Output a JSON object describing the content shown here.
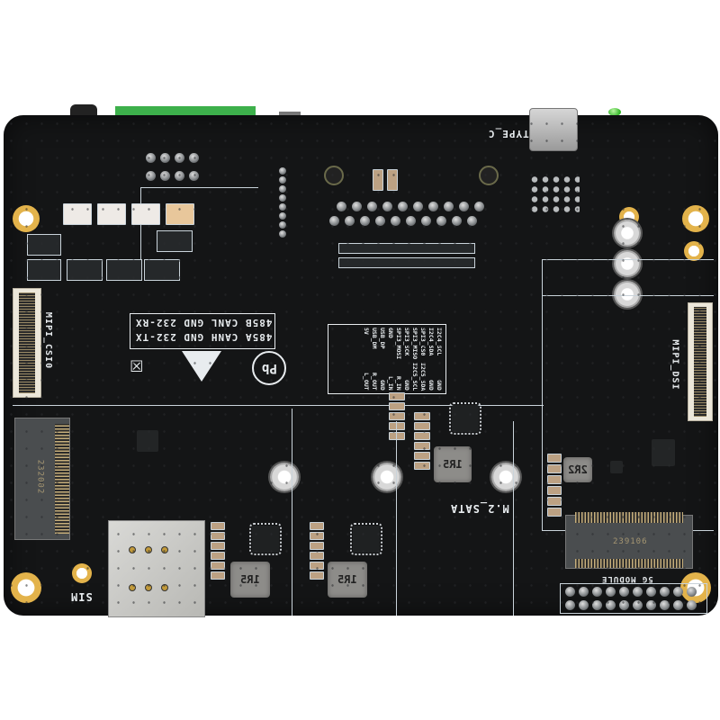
{
  "scene": {
    "description": "Bottom side of a black single-board computer carrier PCB on white background",
    "background_color": "#ffffff",
    "board_color": "#141516",
    "silkscreen_color": "#e8ecef",
    "terminal_block_color": "#3db04b",
    "led_color": "#36b82b",
    "mounting_ring_color": "#e3b34b"
  },
  "labels": {
    "type_c": "TYPE_C",
    "mipi_csi0": "MIPI_CSI0",
    "mipi_dsi": "MIPI_DSI",
    "m2_sata": "M.2_SATA",
    "module_5g": "5G MODULE",
    "sim": "SIM",
    "serial_row1": "485B CANL GND 232-RX",
    "serial_row2": "485A CANH GND 232-TX"
  },
  "pin_table": {
    "columns": [
      [
        "I2C4_SCL",
        "GND"
      ],
      [
        "I2C4_SDA",
        "GND"
      ],
      [
        "SPI3_CS0",
        "I2C5_SDA"
      ],
      [
        "SPI3_MISO",
        "I2C5_SCL"
      ],
      [
        "SPI3_SCK",
        "GND"
      ],
      [
        "SPI3_MOSI",
        "R_IN"
      ],
      [
        "GND",
        "L_IN"
      ],
      [
        "USB_DP",
        "GND"
      ],
      [
        "USB_DM",
        "R_OUT"
      ],
      [
        "5V",
        "L_OUT"
      ]
    ]
  },
  "components": {
    "inductor_marking": "1R5",
    "inductor_small_marking": "2R2",
    "m2_sata_connector_code": "232002",
    "m2_5g_connector_code": "239106"
  },
  "symbols": [
    {
      "name": "weee-crossed-bin-icon"
    },
    {
      "name": "recycling-triangle-icon"
    },
    {
      "name": "no-lead-pb-icon",
      "text": "Pb"
    }
  ]
}
